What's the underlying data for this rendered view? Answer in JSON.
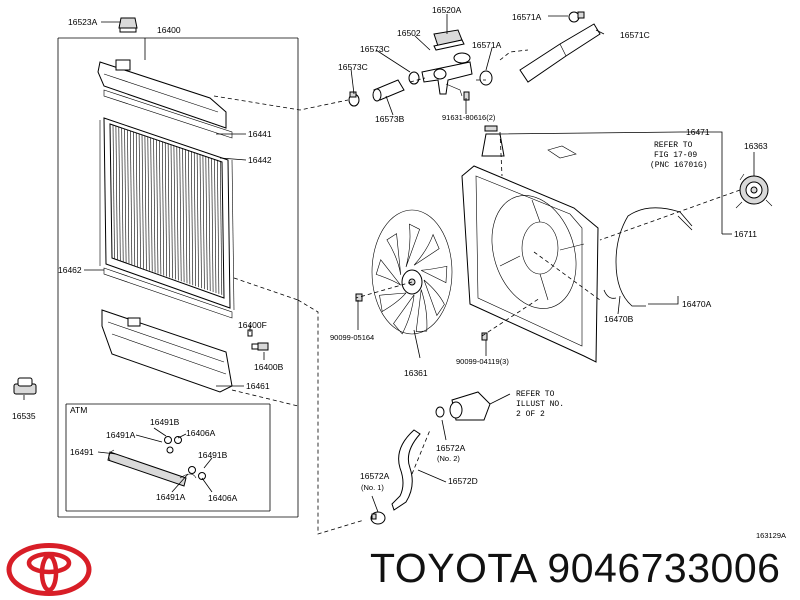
{
  "brand_caption": "TOYOTA 9046733006",
  "diagram_code": "163129A",
  "logo_name": "toyota-logo",
  "colors": {
    "logo_red": "#d81e27",
    "ink": "#000000"
  },
  "labels": {
    "p16523A": "16523A",
    "p16400": "16400",
    "p16520A": "16520A",
    "p16502": "16502",
    "p16573C_a": "16573C",
    "p16573C_b": "16573C",
    "p16573B": "16573B",
    "p16571A_top": "16571A",
    "p16571C": "16571C",
    "p16571A_mid": "16571A",
    "p91631": "91631-80616(2)",
    "p16441": "16441",
    "p16442": "16442",
    "p16471": "16471",
    "p16363": "16363",
    "p16711": "16711",
    "p16462": "16462",
    "p16470A": "16470A",
    "p16470B": "16470B",
    "p16400F": "16400F",
    "p16400B": "16400B",
    "p16461": "16461",
    "p90099_05164": "90099-05164",
    "p90099_04119": "90099-04119(3)",
    "p16361": "16361",
    "p16535": "16535",
    "p16491B_a": "16491B",
    "p16491A_a": "16491A",
    "p16406A_a": "16406A",
    "p16491": "16491",
    "p16491B_b": "16491B",
    "p16491A_b": "16491A",
    "p16406A_b": "16406A",
    "p16572A_no2": "16572A",
    "no2": "(No. 2)",
    "p16572A_no1": "16572A",
    "no1": "(No. 1)",
    "p16572D": "16572D",
    "atm": "ATM"
  },
  "refer_fig": [
    "REFER TO",
    "FIG 17-09",
    "(PNC 16701G)"
  ],
  "refer_illust": [
    "REFER TO",
    "ILLUST NO.",
    "2 OF 2"
  ]
}
